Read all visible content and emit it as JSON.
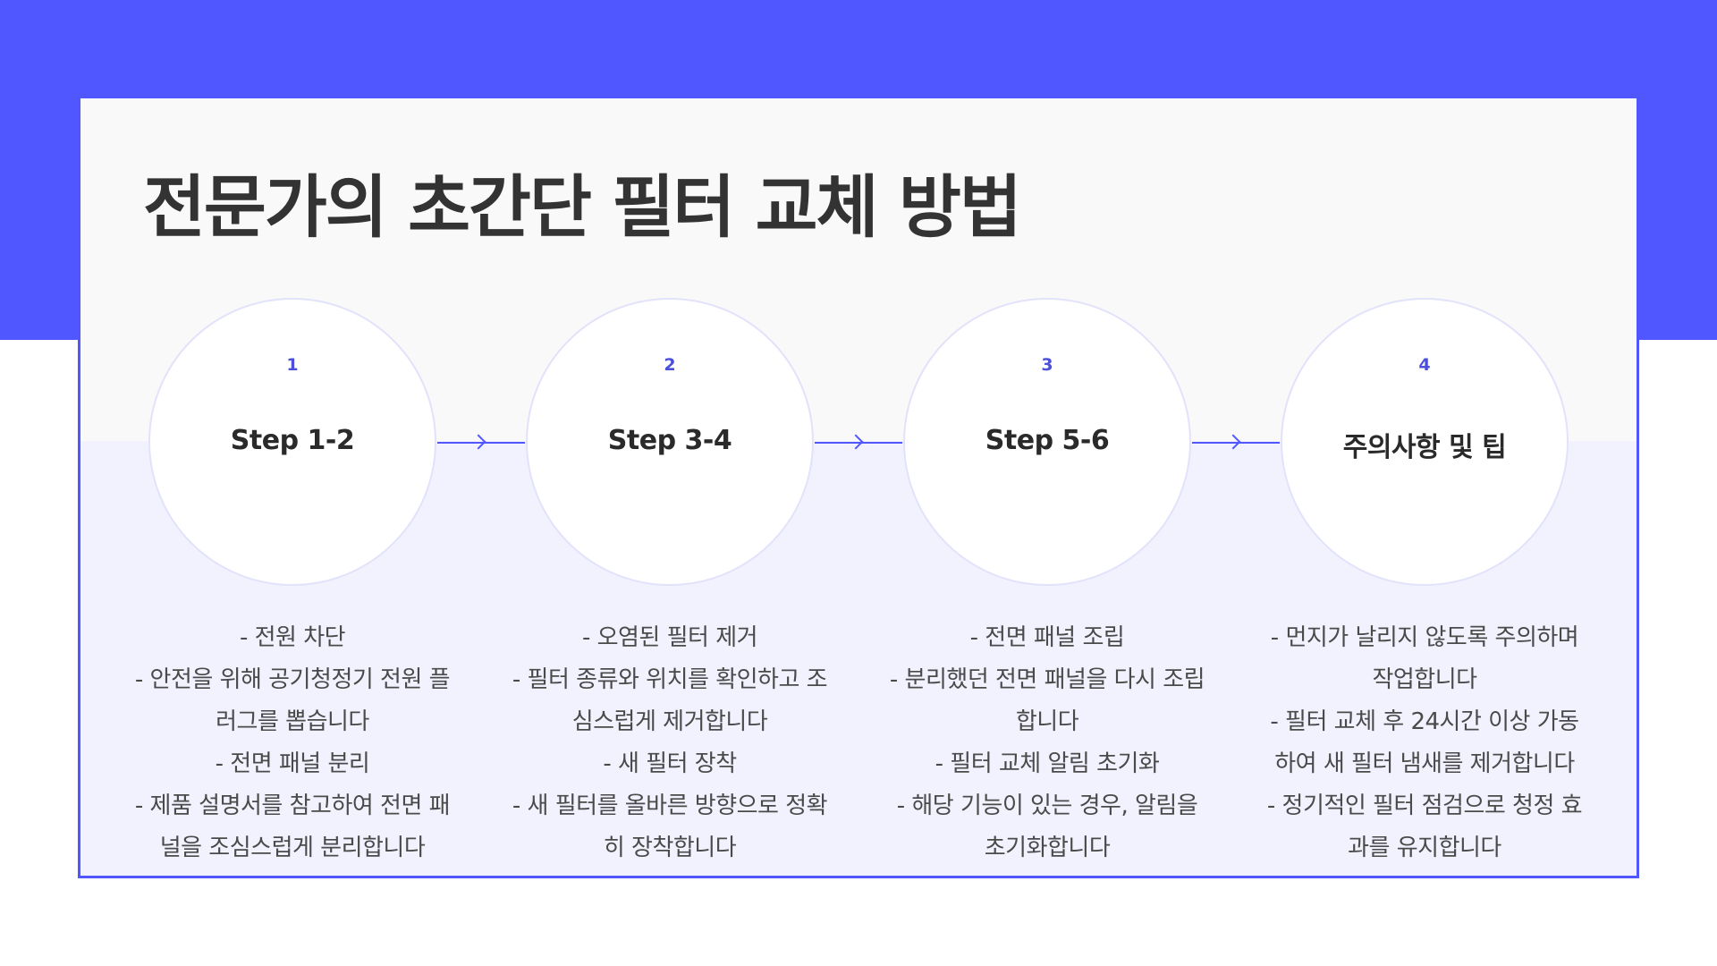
{
  "title": "전문가의 초간단 필터 교체 방법",
  "colors": {
    "accent": "#5157ff",
    "title_text": "#333333",
    "body_text": "#4a4a4a",
    "card_top": "#f9f9f9",
    "card_bottom": "#f2f2ff"
  },
  "steps": [
    {
      "number": "1",
      "label": "Step 1-2",
      "lines": [
        "- 전원 차단",
        "- 안전을 위해 공기청정기 전원 플러그를 뽑습니다",
        "- 전면 패널 분리",
        "- 제품 설명서를 참고하여 전면 패널을 조심스럽게 분리합니다"
      ]
    },
    {
      "number": "2",
      "label": "Step 3-4",
      "lines": [
        "- 오염된 필터 제거",
        "- 필터 종류와 위치를 확인하고 조심스럽게 제거합니다",
        "- 새 필터 장착",
        "- 새 필터를 올바른 방향으로 정확히 장착합니다"
      ]
    },
    {
      "number": "3",
      "label": "Step 5-6",
      "lines": [
        "- 전면 패널 조립",
        "- 분리했던 전면 패널을 다시 조립합니다",
        "- 필터 교체 알림 초기화",
        "- 해당 기능이 있는 경우, 알림을 초기화합니다"
      ]
    },
    {
      "number": "4",
      "label": "주의사항 및 팁",
      "lines": [
        "- 먼지가 날리지 않도록 주의하며 작업합니다",
        "- 필터 교체 후 24시간 이상 가동하여 새 필터 냄새를 제거합니다",
        "- 정기적인 필터 점검으로 청정 효과를 유지합니다"
      ]
    }
  ]
}
